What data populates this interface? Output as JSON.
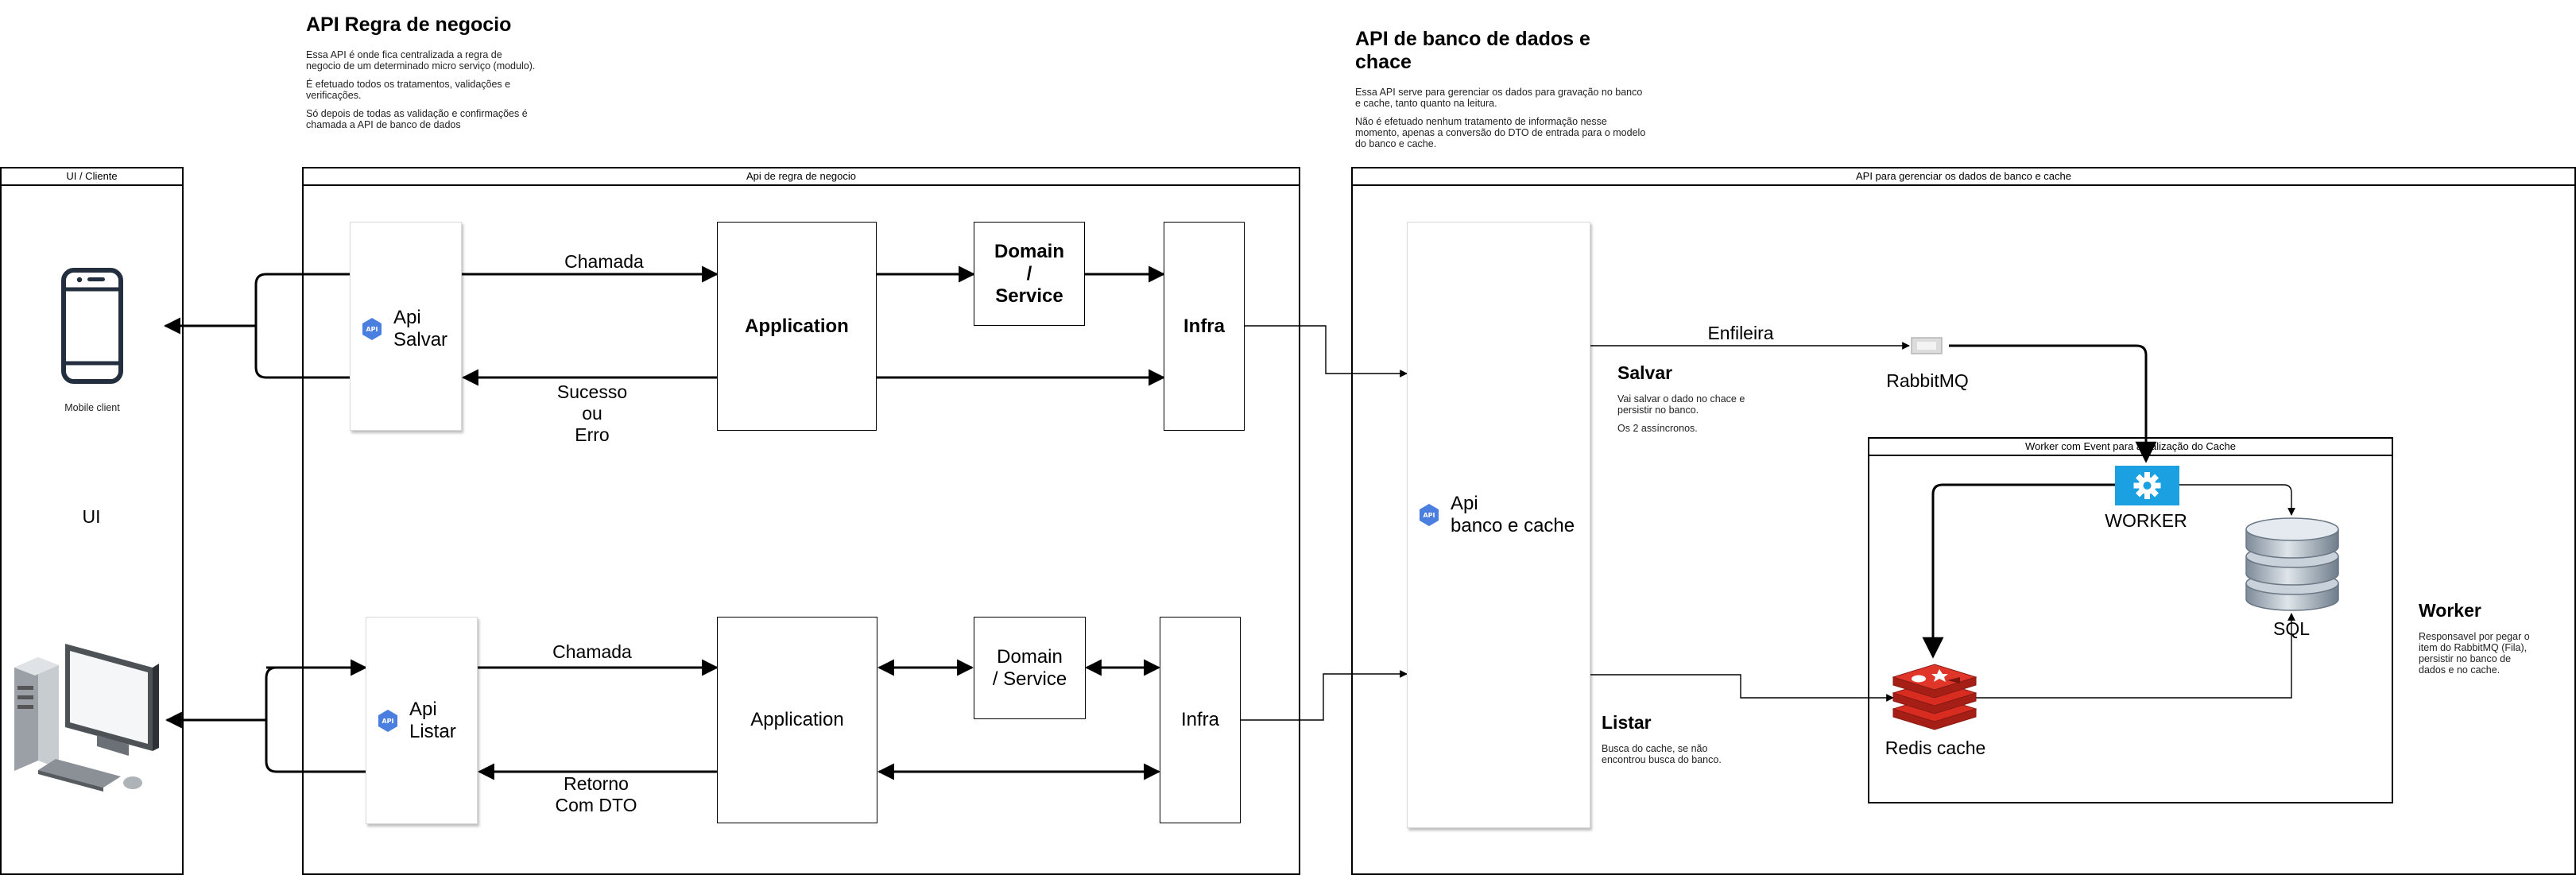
{
  "annotations": {
    "regra": {
      "title": "API Regra de negocio",
      "p1": "Essa API é onde fica centralizada a regra de negocio de um determinado micro serviço (modulo).",
      "p2": "É efetuado todos os tratamentos, validações e verificações.",
      "p3": "Só depois de todas as validação e confirmações é chamada a API de banco de dados"
    },
    "banco": {
      "title": "API de banco de dados e chace",
      "p1": "Essa API serve para gerenciar os dados para gravação no banco e cache, tanto quanto na leitura.",
      "p2": "Não é efetuado nenhum tratamento de informação nesse momento, apenas a conversão do DTO de entrada para o modelo do banco e cache."
    },
    "salvar": {
      "title": "Salvar",
      "p1": "Vai salvar o dado no chace e persistir no banco.",
      "p2": "Os 2 assíncronos."
    },
    "listar": {
      "title": "Listar",
      "p1": "Busca do cache, se não encontrou busca do banco."
    },
    "worker": {
      "title": "Worker",
      "p1": "Responsavel por pegar o item do RabbitMQ (Fila), persistir no banco de dados e no cache."
    }
  },
  "containers": {
    "ui": "UI / Cliente",
    "regra": "Api de regra de negocio",
    "banco": "API para gerenciar os dados de banco e cache",
    "worker": "Worker com Event para atualização do Cache"
  },
  "ui": {
    "mobile_label": "Mobile client",
    "ui_label": "UI"
  },
  "flow_top": {
    "api_line1": "Api",
    "api_line2": "Salvar",
    "application": "Application",
    "domain": "Domain / Service",
    "infra": "Infra",
    "call_label": "Chamada",
    "return_label_1": "Sucesso",
    "return_label_2": "ou",
    "return_label_3": "Erro"
  },
  "flow_bottom": {
    "api_line1": "Api",
    "api_line2": "Listar",
    "application": "Application",
    "domain": "Domain / Service",
    "infra": "Infra",
    "call_label": "Chamada",
    "return_label_1": "Retorno",
    "return_label_2": "Com DTO"
  },
  "banco_api": {
    "line1": "Api",
    "line2": "banco e cache"
  },
  "queue": {
    "edge_label": "Enfileira",
    "name": "RabbitMQ"
  },
  "worker": {
    "label": "WORKER"
  },
  "stores": {
    "sql": "SQL",
    "redis": "Redis cache"
  },
  "icons": {
    "api": "api-hex-icon",
    "mobile": "mobile-phone-icon",
    "desktop": "desktop-computer-icon",
    "queue": "message-queue-icon",
    "worker": "gear-icon",
    "sql": "database-icon",
    "redis": "redis-icon"
  },
  "colors": {
    "api_icon": "#4a7fe0",
    "worker_icon": "#1ba1e2",
    "redis": "#d82c20",
    "database": "#8a98a8"
  }
}
